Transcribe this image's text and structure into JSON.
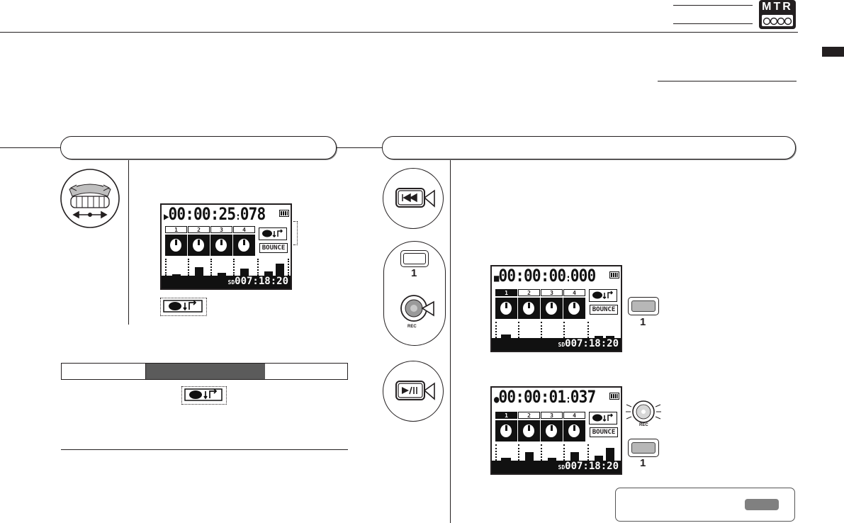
{
  "header": {
    "badge_text": "MTR",
    "badge_sub": "1 2 3 4"
  },
  "chapter_tab": "",
  "left": {
    "panel_title": "",
    "lcd_preview": {
      "time": "00:00:25",
      "frames": "078",
      "tracks": [
        "1",
        "2",
        "3",
        "4"
      ],
      "mode_label": "BOUNCE",
      "status": "007:18:20",
      "sd": "SD"
    },
    "bar_segments": [
      "",
      "",
      ""
    ]
  },
  "right": {
    "panel_title": "",
    "rec_label": "REC",
    "track_button_number": "1",
    "lcd_stop": {
      "time": "00:00:00",
      "frames": "000",
      "tracks": [
        "1",
        "2",
        "3",
        "4"
      ],
      "mode_label": "BOUNCE",
      "status": "007:18:20",
      "sd": "SD"
    },
    "lcd_rec": {
      "time": "00:00:01",
      "frames": "037",
      "tracks": [
        "1",
        "2",
        "3",
        "4"
      ],
      "mode_label": "BOUNCE",
      "status": "007:18:20",
      "sd": "SD"
    },
    "side_track_number_a": "1",
    "side_track_number_b": "1",
    "side_rec_label": "REC",
    "note_box_text": ""
  },
  "meters": {
    "preview": [
      0.05,
      0.3,
      0.12,
      0.28,
      0.45
    ],
    "stop": [
      0.22,
      0.0,
      0.0,
      0.0,
      0.15
    ],
    "rec": [
      0.1,
      0.35,
      0.12,
      0.4,
      0.5
    ]
  }
}
